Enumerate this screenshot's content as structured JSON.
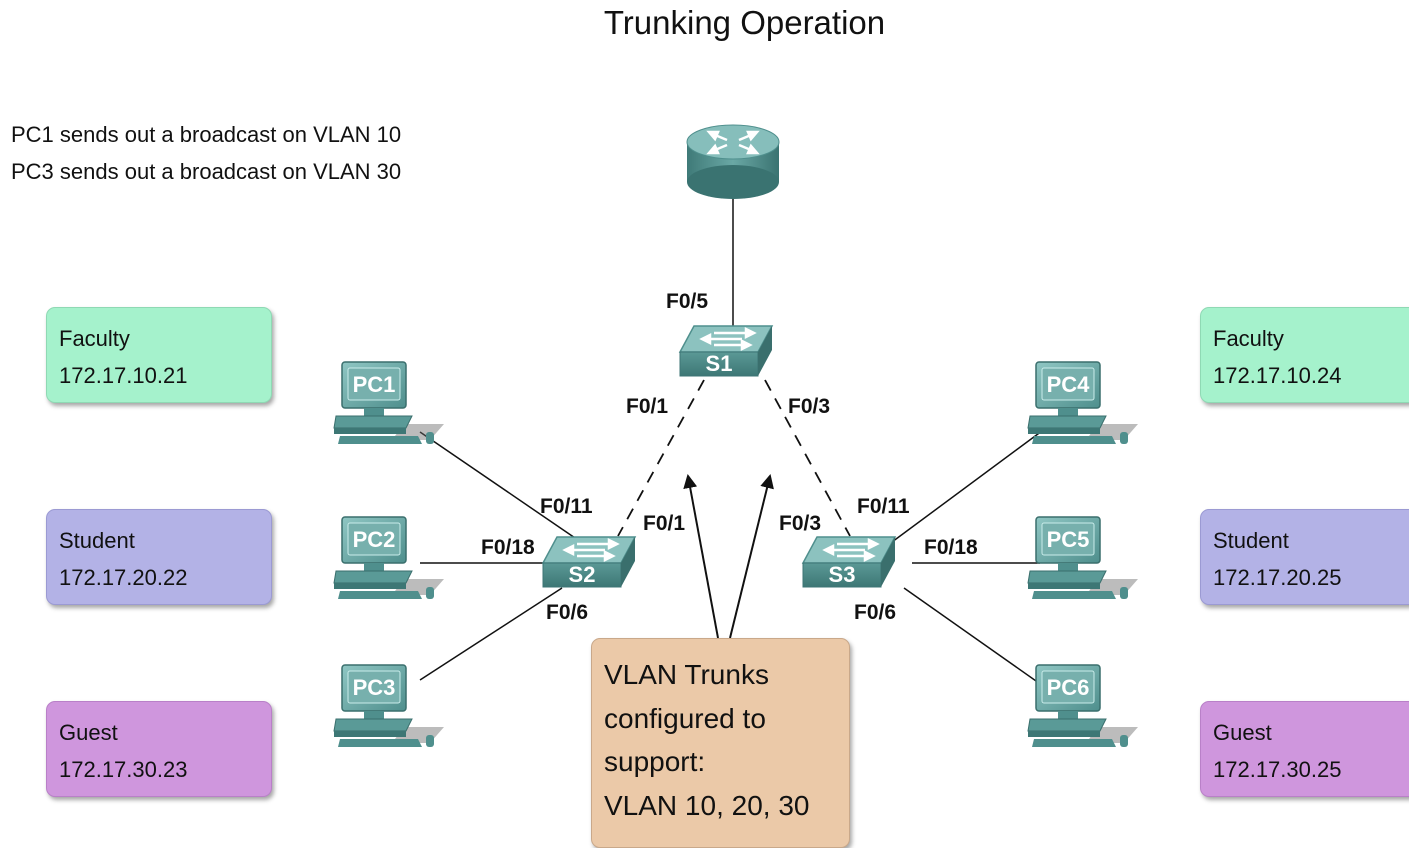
{
  "title": "Trunking Operation",
  "captions": [
    "PC1 sends out a broadcast on VLAN 10",
    "PC3 sends out a broadcast on VLAN 30"
  ],
  "vlans": {
    "left": [
      {
        "name": "Faculty",
        "ip": "172.17.10.21",
        "color": "#a5f2cc"
      },
      {
        "name": "Student",
        "ip": "172.17.20.22",
        "color": "#b3b2e6"
      },
      {
        "name": "Guest",
        "ip": "172.17.30.23",
        "color": "#cf96dd"
      }
    ],
    "right": [
      {
        "name": "Faculty",
        "ip": "172.17.10.24",
        "color": "#a5f2cc"
      },
      {
        "name": "Student",
        "ip": "172.17.20.25",
        "color": "#b3b2e6"
      },
      {
        "name": "Guest",
        "ip": "172.17.30.25",
        "color": "#cf96dd"
      }
    ]
  },
  "trunk_note": [
    "VLAN Trunks",
    "configured to",
    "support:",
    "VLAN 10, 20, 30"
  ],
  "devices": {
    "router": {
      "icon": "router-icon"
    },
    "switches": {
      "s1": "S1",
      "s2": "S2",
      "s3": "S3"
    },
    "pcs": {
      "pc1": "PC1",
      "pc2": "PC2",
      "pc3": "PC3",
      "pc4": "PC4",
      "pc5": "PC5",
      "pc6": "PC6"
    }
  },
  "ports": {
    "s1_router": "F0/5",
    "s1_to_s2": "F0/1",
    "s1_to_s3": "F0/3",
    "s2_pc1": "F0/11",
    "s2_pc2": "F0/18",
    "s2_pc3": "F0/6",
    "s2_uplink": "F0/1",
    "s3_uplink": "F0/3",
    "s3_pc4": "F0/11",
    "s3_pc5": "F0/18",
    "s3_pc6": "F0/6"
  },
  "colors": {
    "device_teal": "#4f8f8d",
    "device_top": "#8cc2bf",
    "monitor": "#6da9a6",
    "note_bg": "#ebc9a8"
  }
}
